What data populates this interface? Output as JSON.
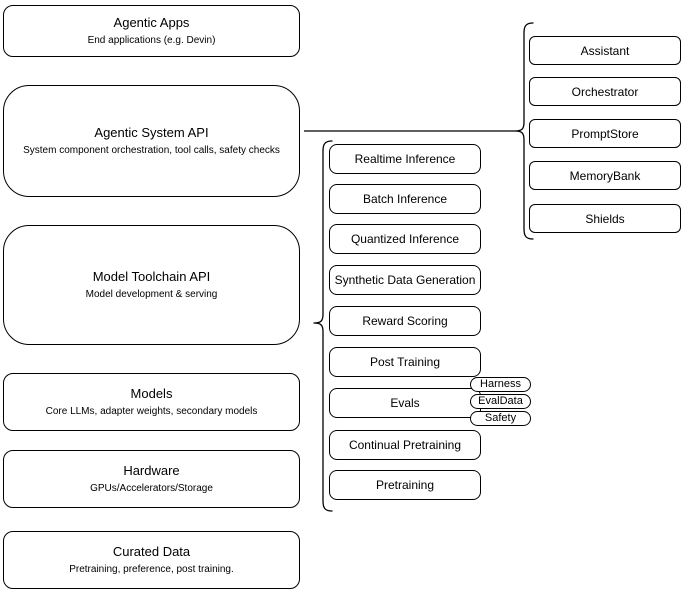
{
  "diagram": {
    "layers": [
      {
        "title": "Agentic Apps",
        "subtitle": "End applications (e.g. Devin)"
      },
      {
        "title": "Agentic System API",
        "subtitle": "System component orchestration, tool calls, safety checks"
      },
      {
        "title": "Model Toolchain API",
        "subtitle": "Model development & serving"
      },
      {
        "title": "Models",
        "subtitle": "Core LLMs, adapter weights, secondary models"
      },
      {
        "title": "Hardware",
        "subtitle": "GPUs/Accelerators/Storage"
      },
      {
        "title": "Curated Data",
        "subtitle": "Pretraining, preference, post training."
      }
    ],
    "toolchain_services": [
      "Realtime Inference",
      "Batch Inference",
      "Quantized Inference",
      "Synthetic Data Generation",
      "Reward Scoring",
      "Post Training",
      "Evals",
      "Continual Pretraining",
      "Pretraining"
    ],
    "eval_badges": [
      "Harness",
      "EvalData",
      "Safety"
    ],
    "system_components": [
      "Assistant",
      "Orchestrator",
      "PromptStore",
      "MemoryBank",
      "Shields"
    ],
    "colors": {
      "stroke": "#000000",
      "fill": "#ffffff",
      "background": "#ffffff"
    }
  }
}
